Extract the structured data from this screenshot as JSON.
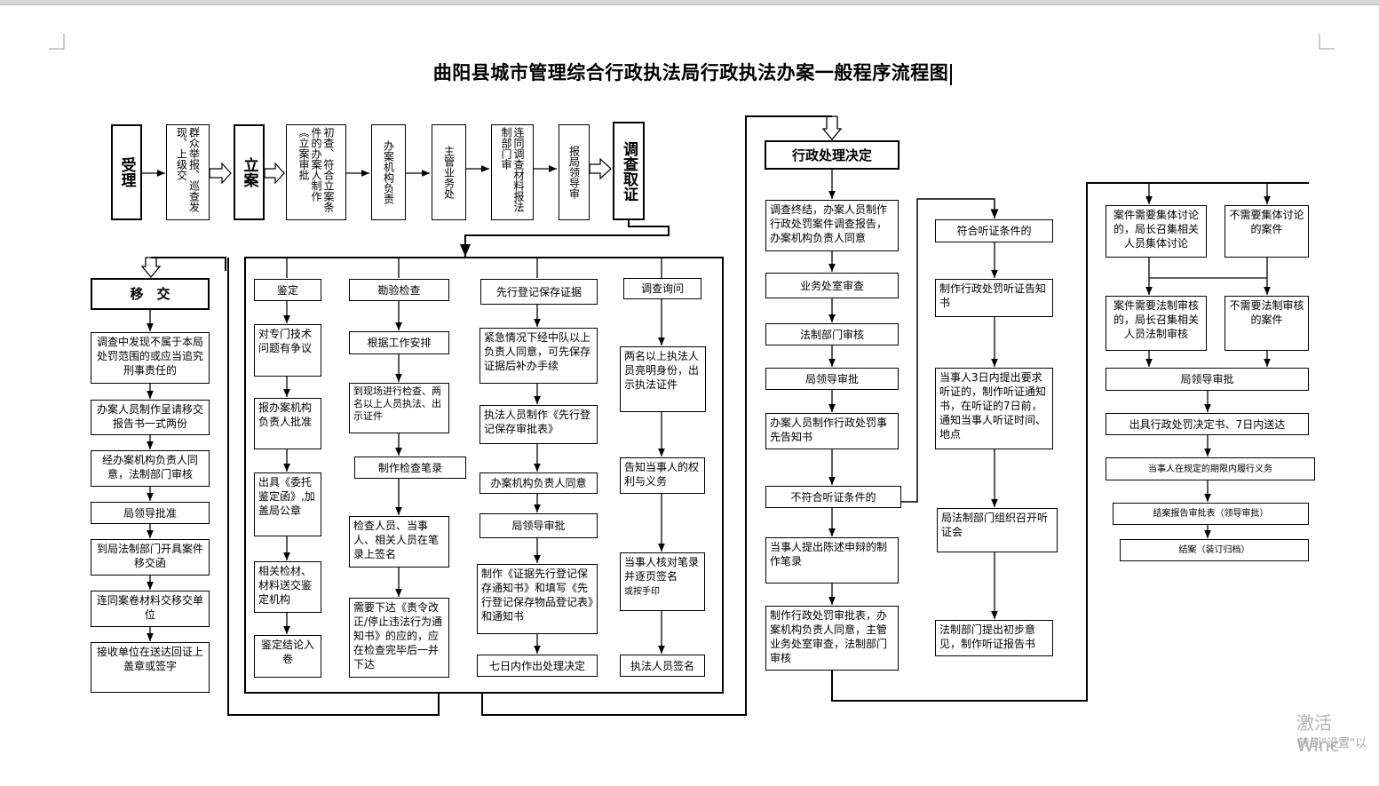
{
  "title": "曲阳县城市管理综合行政执法局行政执法办案一般程序流程图",
  "top_row": {
    "shouli": "受理",
    "source": "群众举报、巡查发现、上级交",
    "lian": "立案",
    "chucha": "初查、符合立案条件的办案人制作《立案审批",
    "banan": "办案机构负责",
    "zhuguan": "主管业务处",
    "liantong": "连同调查材料报法制部门审",
    "baoju": "报局领导审",
    "diaocha": "调查取证"
  },
  "transfer": {
    "head": "移　交",
    "steps": [
      "调查中发现不属于本局处罚范围的或应当追究刑事责任的",
      "办案人员制作呈请移交报告书一式两份",
      "经办案机构负责人同意，法制部门审核",
      "局领导批准",
      "到局法制部门开具案件移交函",
      "连同案卷材料交移交单位",
      "接收单位在送达回证上盖章或签字"
    ]
  },
  "investigation": {
    "jianding": {
      "head": "鉴定",
      "steps": [
        "对专门技术问题有争议",
        "报办案机构负责人批准",
        "出具《委托鉴定函》,加盖局公章",
        "相关检材、材料送交鉴定机构",
        "鉴定结论入卷"
      ]
    },
    "kanyan": {
      "head": "勘验检查",
      "steps": [
        "根据工作安排",
        "到现场进行检查、两名以上人员执法、出示证件",
        "制作检查笔录",
        "检查人员、当事人、相关人员在笔录上签名",
        "需要下达《责令改正/停止违法行为通知书》的应的，应在检查完毕后一并下达"
      ]
    },
    "xianxing": {
      "head": "先行登记保存证据",
      "steps": [
        "紧急情况下经中队以上负责人同意，可先保存证据后补办手续",
        "执法人员制作《先行登记保存审批表》",
        "办案机构负责人同意",
        "局领导审批",
        "制作《证据先行登记保存通知书》和填写《先行登记保存物品登记表》和通知书",
        "七日内作出处理决定"
      ]
    },
    "xunwen": {
      "head": "调查询问",
      "steps": [
        "两名以上执法人员亮明身份，出示执法证件",
        "告知当事人的权利与义务",
        "当事人核对笔录并逐页签名",
        "执法人员签名"
      ],
      "step3_note": "或按手印"
    }
  },
  "decision": {
    "head": "行政处理决定",
    "left": [
      "调查终结，办案人员制作行政处罚案件调查报告，办案机构负责人同意",
      "业务处室审查",
      "法制部门审核",
      "局领导审批",
      "办案人员制作行政处罚事先告知书",
      "不符合听证条件的",
      "当事人提出陈述申辩的制作笔录",
      "制作行政处罚审批表，办案机构负责人同意，主管业务处室审查，法制部门审核"
    ],
    "hearing": [
      "符合听证条件的",
      "制作行政处罚听证告知书",
      "当事人3日内提出要求听证的，制作听证通知书，在听证的7日前，通知当事人听证时间、地点",
      "局法制部门组织召开听证会",
      "法制部门提出初步意见，制作听证报告书"
    ],
    "right": {
      "collective_yes": "案件需要集体讨论的，局长召集相关人员集体讨论",
      "collective_no": "不需要集体讨论的案件",
      "legal_yes": "案件需要法制审核的，局长召集相关人员法制审核",
      "legal_no": "不需要法制审核的案件",
      "steps": [
        "局领导审批",
        "出具行政处罚决定书、7日内送达",
        "当事人在规定的期限内履行义务",
        "结案报告审批表（领导审批）",
        "结案（装订归档）"
      ]
    }
  },
  "watermark": {
    "line1": "激活 Winc",
    "line2": "转到\"设置\"以"
  }
}
